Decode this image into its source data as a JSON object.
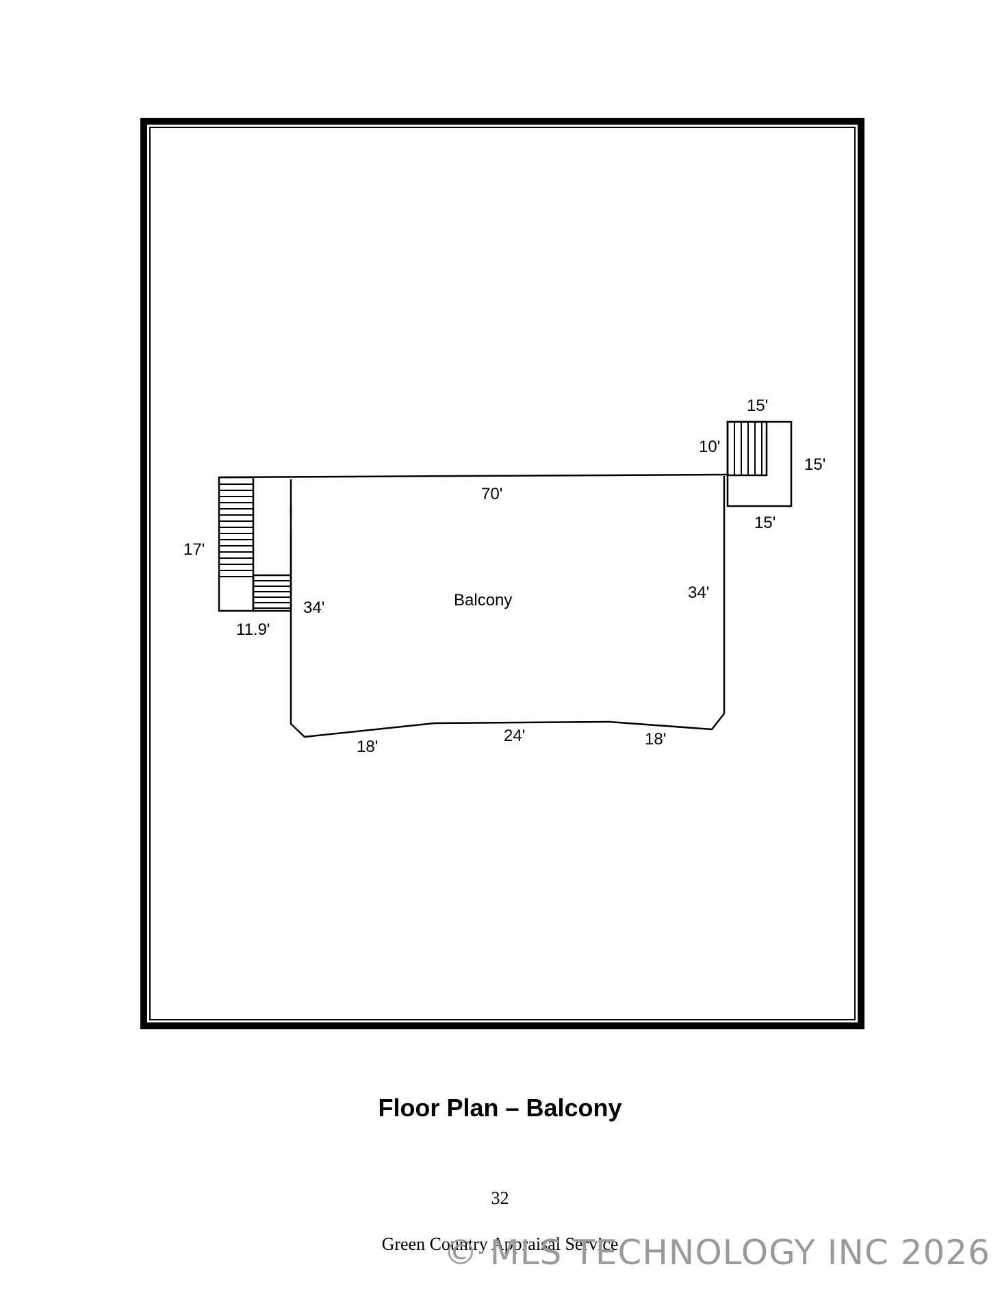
{
  "floor_plan": {
    "room_label": "Balcony",
    "dimensions": {
      "top": "70'",
      "right_side": "34'",
      "left_side": "34'",
      "bottom_left": "18'",
      "bottom_center": "24'",
      "bottom_right": "18'",
      "left_stair_height": "17'",
      "left_stair_width": "11.9'",
      "right_stair_top": "15'",
      "right_stair_side": "15'",
      "right_stair_height": "10'",
      "right_landing_bottom": "15'"
    }
  },
  "caption": "Floor Plan – Balcony",
  "page_number": "32",
  "footer": {
    "company": "Green Country Appraisal Service",
    "watermark": "© MLS TECHNOLOGY INC 2026"
  }
}
